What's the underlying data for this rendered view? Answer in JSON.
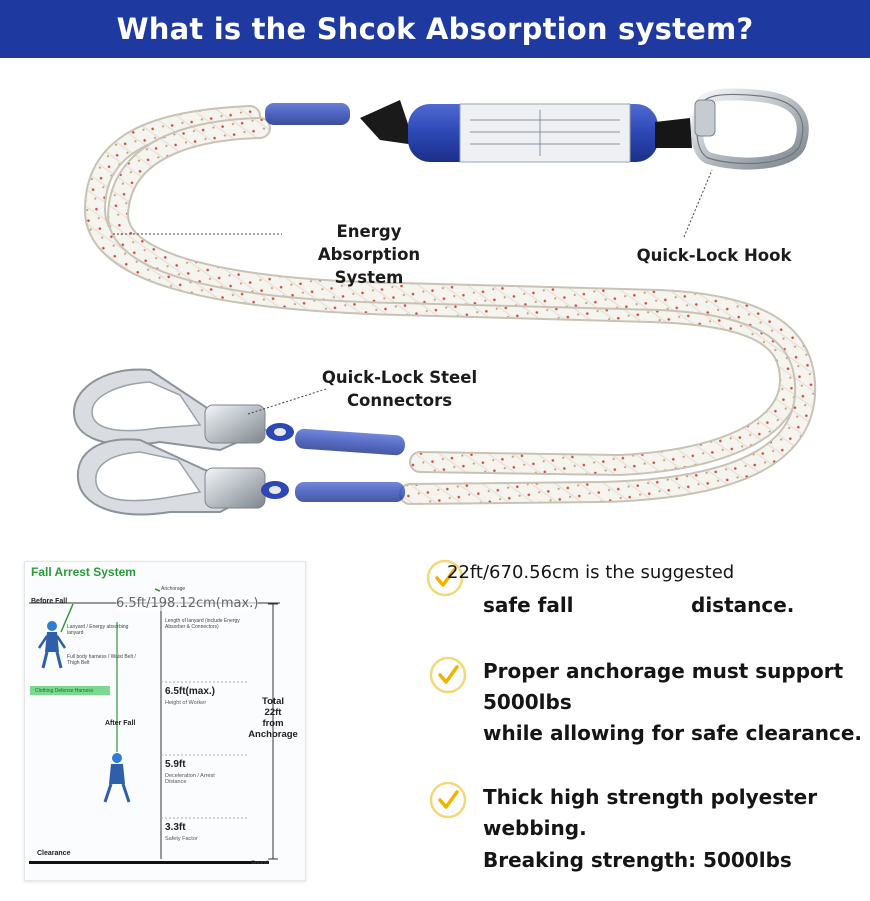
{
  "banner": {
    "title": "What is the Shcok Absorption system?"
  },
  "colors": {
    "banner": "#1e3aa0",
    "check_ring": "#f3d779",
    "check_mark": "#f2b300",
    "chart_green": "#2c9a3c",
    "absorber_blue": "#2d48b6"
  },
  "product": {
    "callouts": {
      "energy_absorption": [
        "Energy Absorption",
        "System"
      ],
      "quick_lock_hook": "Quick-Lock Hook",
      "steel_connectors": [
        "Quick-Lock Steel",
        "Connectors"
      ]
    }
  },
  "chart": {
    "title": "Fall Arrest System",
    "anchorage": "Anchorage",
    "before_fall": "Before Fall",
    "after_fall": "After Fall",
    "lanyard": "Lanyard / Energy absorbing lanyard",
    "harness": "Full body harness / Waist Belt / Thigh Belt",
    "lanyard_length": "Length of lanyard (include Energy Absorber & Connectors)",
    "highlight_bar": "Clothing Defense Harness",
    "overlay_text": "6.5ft/198.12cm(max.)",
    "worker_height": {
      "value": "6.5ft(max.)",
      "label": "Height of Worker"
    },
    "deceleration": {
      "value": "5.9ft",
      "label": "Deceleration / Arrest Distance"
    },
    "safety_factor": {
      "value": "3.3ft",
      "label": "Safety Factor"
    },
    "total": [
      "Total",
      "22ft",
      "from",
      "Anchorage"
    ],
    "clearance": "Clearance",
    "ground": "Ground"
  },
  "features": [
    {
      "icon": "check-icon",
      "lines": [
        "22ft/670.56cm is the suggested",
        "safe fall",
        "distance."
      ]
    },
    {
      "icon": "check-icon",
      "lines": [
        "Proper anchorage must support",
        "5000lbs",
        "while allowing for safe clearance."
      ]
    },
    {
      "icon": "check-icon",
      "lines": [
        "Thick high strength polyester",
        "webbing.",
        "Breaking strength: 5000lbs"
      ]
    }
  ]
}
